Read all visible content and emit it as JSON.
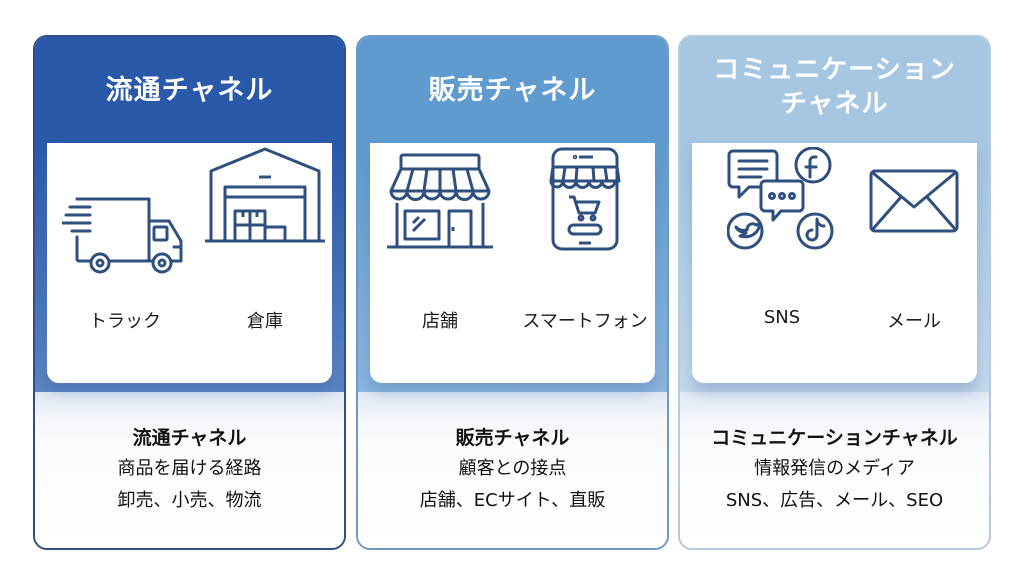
{
  "colors": {
    "distribution": "#2a5aab",
    "sales": "#5e9bcf",
    "communication": "#a6c6e2",
    "icon_stroke": "#2f4f7f"
  },
  "cards": [
    {
      "title": "流通チャネル",
      "items": [
        {
          "label": "トラック",
          "icon": "truck-icon"
        },
        {
          "label": "倉庫",
          "icon": "warehouse-icon"
        }
      ],
      "desc_title": "流通チャネル",
      "desc_lines": [
        "商品を届ける経路",
        "卸売、小売、物流"
      ]
    },
    {
      "title": "販売チャネル",
      "items": [
        {
          "label": "店舗",
          "icon": "storefront-icon"
        },
        {
          "label": "スマートフォン",
          "icon": "smartphone-shop-icon"
        }
      ],
      "desc_title": "販売チャネル",
      "desc_lines": [
        "顧客との接点",
        "店舗、ECサイト、直販"
      ]
    },
    {
      "title_lines": [
        "コミュニケーション",
        "チャネル"
      ],
      "items": [
        {
          "label": "SNS",
          "icon": "social-media-icon"
        },
        {
          "label": "メール",
          "icon": "envelope-icon"
        }
      ],
      "desc_title": "コミュニケーションチャネル",
      "desc_lines": [
        "情報発信のメディア",
        "SNS、広告、メール、SEO"
      ]
    }
  ]
}
